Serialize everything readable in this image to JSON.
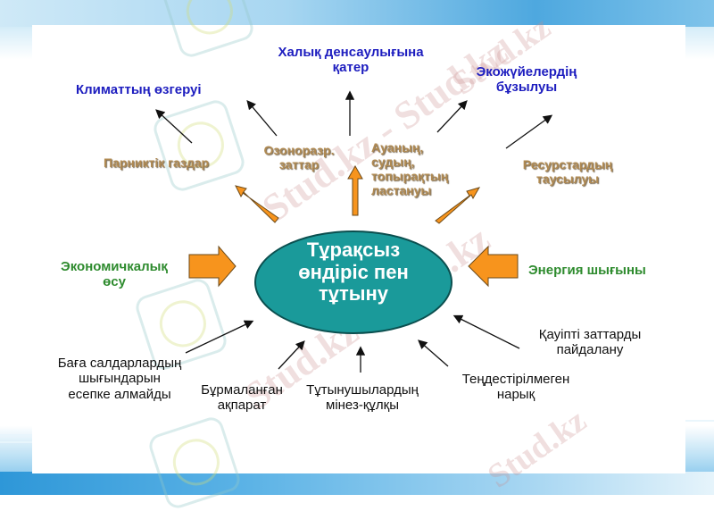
{
  "center": {
    "line1": "Тұрақсыз",
    "line2": "өндіріс пен",
    "line3": "тұтыну",
    "fill_color": "#1a9a9a"
  },
  "effects_top": [
    {
      "id": "climate",
      "line1": "Климаттың өзгеруі",
      "line2": ""
    },
    {
      "id": "health",
      "line1": "Халық денсаулығына",
      "line2": "қатер"
    },
    {
      "id": "ecosystems",
      "line1": "Экожүйелердің",
      "line2": "бұзылуы"
    }
  ],
  "outputs": [
    {
      "id": "greenhouse",
      "lines": [
        "Парниктік газдар"
      ]
    },
    {
      "id": "ozone",
      "lines": [
        "Озоноразр.",
        "заттар"
      ]
    },
    {
      "id": "pollution",
      "lines": [
        "Ауаның,",
        "судың,",
        "топырақтың",
        "ластануы"
      ]
    },
    {
      "id": "resources",
      "lines": [
        "Ресурстардың",
        "таусылуы"
      ]
    }
  ],
  "drivers": [
    {
      "id": "economic-growth",
      "lines": [
        "Экономичкалық",
        "өсу"
      ]
    },
    {
      "id": "energy-loss",
      "lines": [
        "Энергия шығыны"
      ]
    }
  ],
  "causes": [
    {
      "id": "price",
      "lines": [
        "Баға салдарлардың",
        "шығындарын",
        "есепке алмайды"
      ]
    },
    {
      "id": "distorted-info",
      "lines": [
        "Бұрмаланған",
        "ақпарат"
      ]
    },
    {
      "id": "consumer-behavior",
      "lines": [
        "Тұтынушылардың",
        "мінез-құлқы"
      ]
    },
    {
      "id": "unbalanced-market",
      "lines": [
        "Теңдестірілмеген",
        "нарық"
      ]
    },
    {
      "id": "hazardous",
      "lines": [
        "Қауіпті заттарды",
        "пайдалану"
      ]
    }
  ],
  "watermark": {
    "text": "Stud.kz - Stud.kz"
  },
  "colors": {
    "effect_text": "#1d1dbf",
    "output_text": "#b08a52",
    "driver_text": "#2e8b2e",
    "block_arrow": "#f7941d"
  }
}
